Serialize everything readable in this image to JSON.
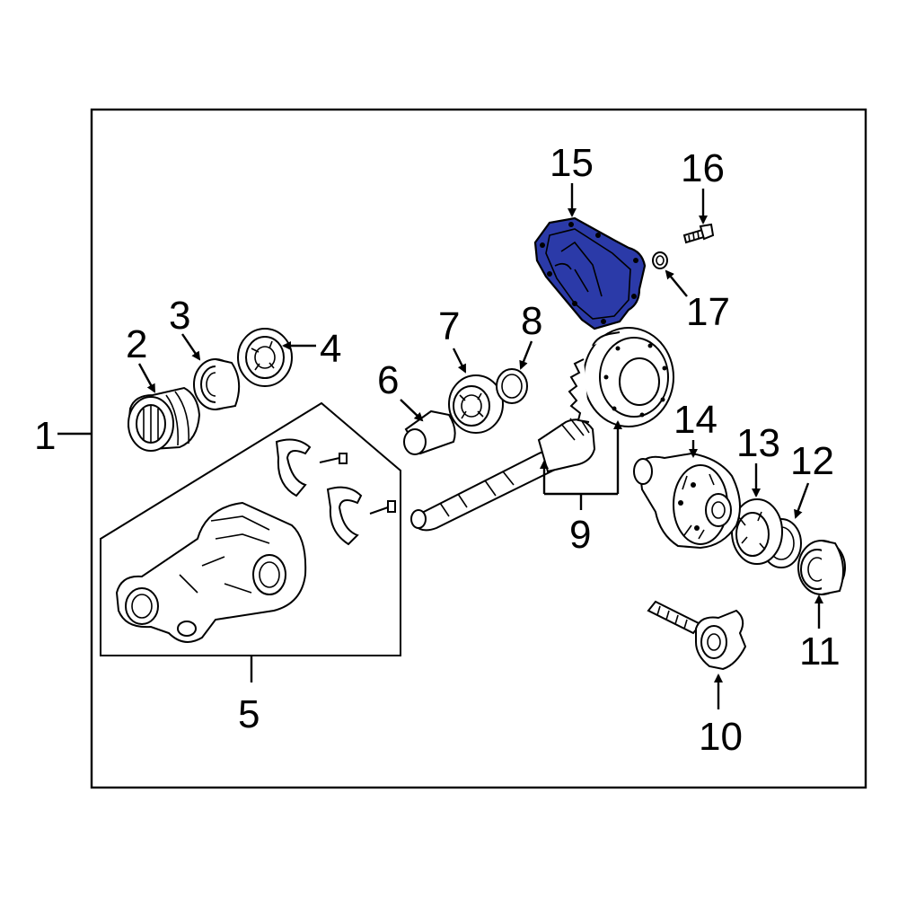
{
  "highlight_color": "#2b3aa8",
  "callouts": {
    "c1": "1",
    "c2": "2",
    "c3": "3",
    "c4": "4",
    "c5": "5",
    "c6": "6",
    "c7": "7",
    "c8": "8",
    "c9": "9",
    "c10": "10",
    "c11": "11",
    "c12": "12",
    "c13": "13",
    "c14": "14",
    "c15": "15",
    "c16": "16",
    "c17": "17"
  }
}
